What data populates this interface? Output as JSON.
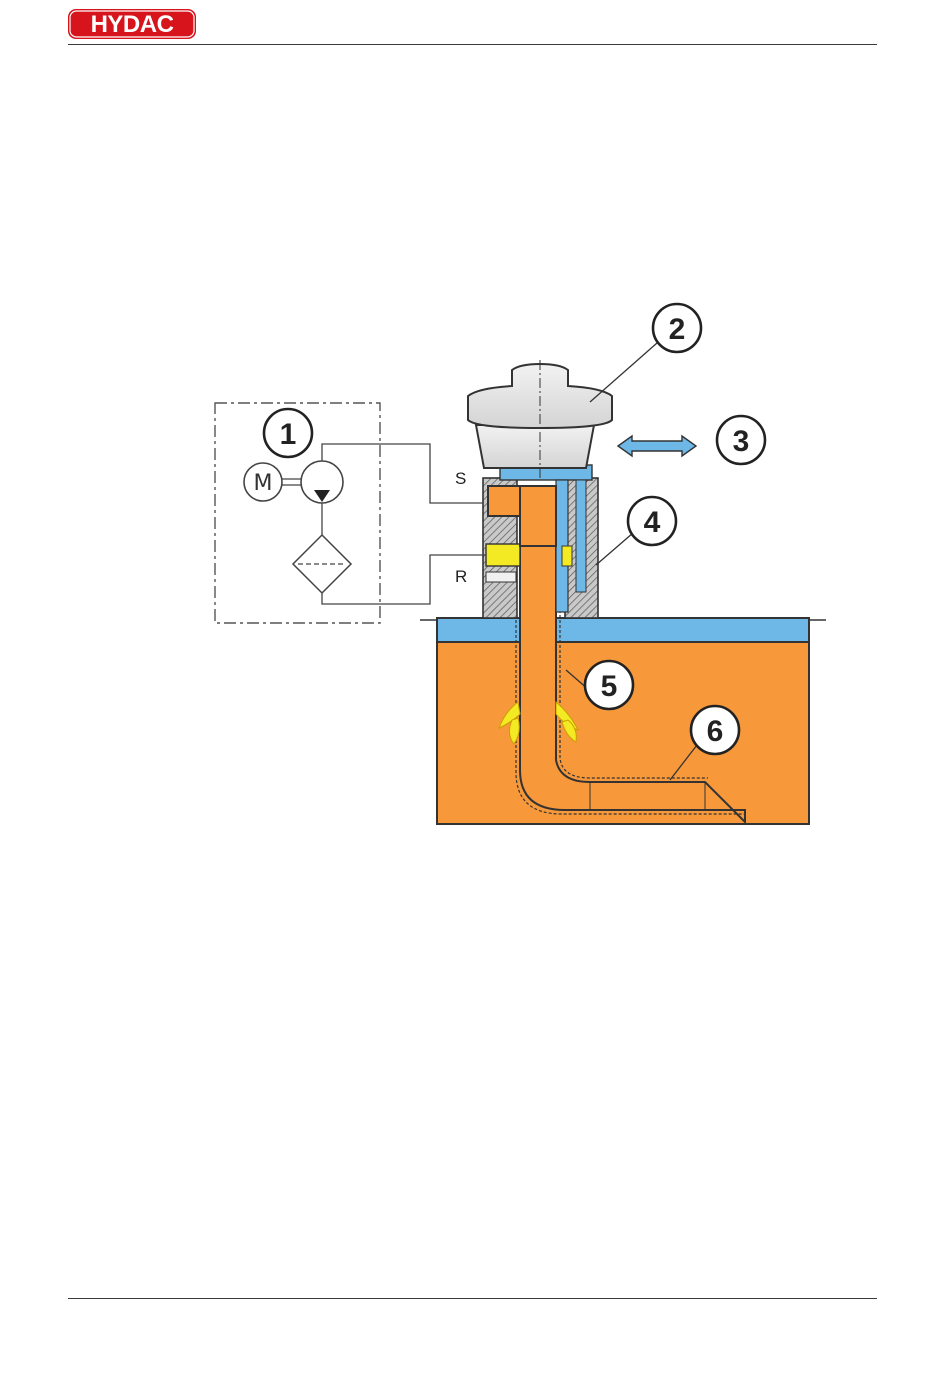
{
  "header": {
    "logo_text": "HYDAC",
    "brand_color": "#d7141c"
  },
  "diagram": {
    "ports": {
      "s": "S",
      "r": "R"
    },
    "motor_label": "M",
    "callouts": [
      "1",
      "2",
      "3",
      "4",
      "5",
      "6"
    ],
    "colors": {
      "oil": "#f7983a",
      "insert": "#6db8e6",
      "yellow": "#f4ea24",
      "outline": "#333333"
    }
  }
}
